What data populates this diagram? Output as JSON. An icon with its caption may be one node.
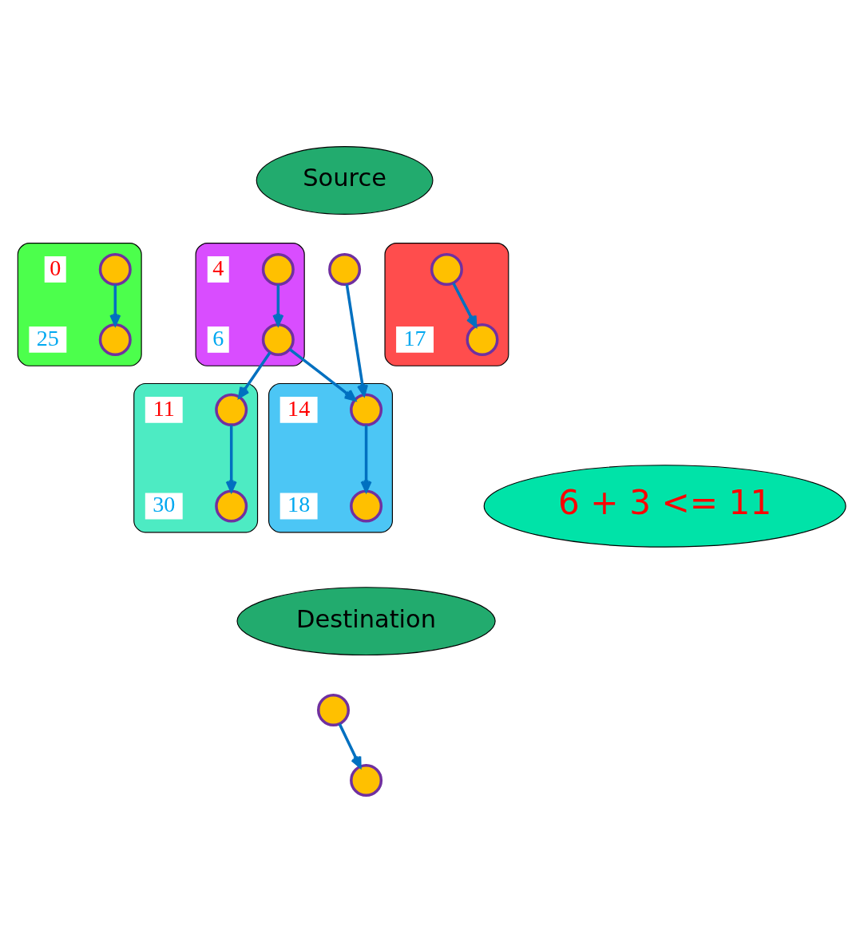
{
  "diagram": {
    "nodes": [
      {
        "text": [
          "Source"
        ]
      },
      {
        "text": [],
        "shape": "ellipse"
      },
      {
        "text": [],
        "shape": "circle",
        "in": 1,
        "beside": [
          "4"
        ]
      },
      {
        "text": [],
        "shape": "circle",
        "in": 1,
        "beside": [
          "6"
        ]
      },
      {
        "text": [],
        "shape": "ellipse"
      },
      {
        "text": [],
        "shape": "circle",
        "in": 4,
        "beside": [
          "0"
        ]
      },
      {
        "text": [],
        "shape": "circle",
        "in": 4,
        "beside": [
          "25"
        ]
      },
      {
        "text": [],
        "shape": "circle"
      },
      {
        "text": [
          "6 + 3 <= 11"
        ]
      },
      {
        "text": [],
        "shape": "ellipse"
      },
      {
        "text": [],
        "shape": "circle",
        "in": 9
      },
      {
        "text": [],
        "shape": "circle",
        "in": 9,
        "beside": [
          "17"
        ]
      },
      {
        "text": [],
        "shape": "ellipse"
      },
      {
        "text": [],
        "shape": "circle",
        "in": 12,
        "beside": [
          "11"
        ]
      },
      {
        "text": [],
        "shape": "circle",
        "in": 12,
        "beside": [
          "30"
        ]
      },
      {
        "text": [],
        "shape": "ellipse"
      },
      {
        "text": [],
        "shape": "circle",
        "in": 15,
        "beside": [
          "14"
        ]
      },
      {
        "text": [],
        "shape": "circle",
        "in": 15,
        "beside": [
          "18"
        ]
      },
      {
        "text": [
          "Destination"
        ]
      },
      {
        "text": [],
        "shape": "circle"
      },
      {
        "text": [],
        "shape": "circle"
      }
    ],
    "edges": [
      {
        "from": 2,
        "to": 3,
        "arrow": "to"
      },
      {
        "from": 3,
        "to": 13,
        "arrow": "to"
      },
      {
        "from": 3,
        "to": 16,
        "arrow": "to"
      },
      {
        "from": 7,
        "to": 16,
        "arrow": "to"
      },
      {
        "from": 10,
        "to": 11,
        "arrow": "to"
      },
      {
        "from": 5,
        "to": 6,
        "arrow": "to"
      },
      {
        "from": 13,
        "to": 14,
        "arrow": "to"
      },
      {
        "from": 16,
        "to": 17,
        "arrow": "to"
      },
      {
        "from": 19,
        "to": 20,
        "arrow": "to"
      }
    ]
  }
}
